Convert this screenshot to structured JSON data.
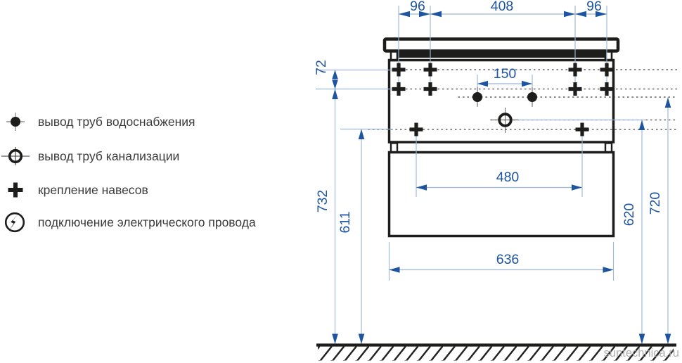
{
  "legend": {
    "items": [
      {
        "icon": "water-supply-symbol",
        "label": "вывод труб водоснабжения"
      },
      {
        "icon": "sewage-symbol",
        "label": "вывод труб канализации"
      },
      {
        "icon": "mount-symbol",
        "label": "крепление навесов"
      },
      {
        "icon": "electric-symbol",
        "label": "подключение электрического провода"
      }
    ]
  },
  "dimensions": {
    "top_left_offset": "96",
    "top_span": "408",
    "top_right_offset": "96",
    "hanger_rows_gap": "72",
    "faucet_spacing": "150",
    "lower_mount_span": "480",
    "cabinet_width": "636",
    "left_height_total": "732",
    "left_height_lower_mount": "611",
    "right_height_drain": "620",
    "right_height_supply": "720"
  },
  "watermark": "suntechnica.ru",
  "colors": {
    "dimension_accent": "#1e55a0",
    "extension_line": "#9db8d6",
    "drawing_black": "#1d1d1b",
    "watermark_gray": "#a8a8a8"
  }
}
